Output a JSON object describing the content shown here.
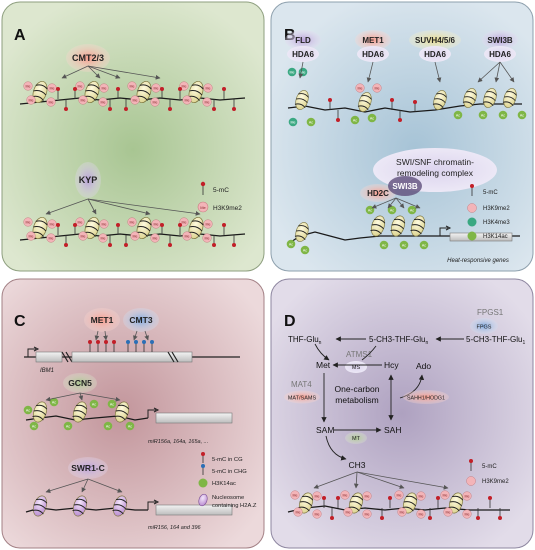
{
  "panels": {
    "A": {
      "letter": "A",
      "enzyme_top": "CMT2/3",
      "enzyme_bottom": "KYP",
      "legend": [
        "5-mC",
        "H3K9me2"
      ],
      "mark_label": "Me"
    },
    "B": {
      "letter": "B",
      "top_enzymes": [
        "FLD",
        "MET1",
        "SUVH4/5/6",
        "SWI3B"
      ],
      "hda_label": "HDA6",
      "complex_label": [
        "SWI/SNF chromatin-",
        "remodeling complex"
      ],
      "hd2c": "HD2C",
      "swi3b": "SWI3B",
      "gene_label": "Heat-responsive genes",
      "legend": [
        "5-mC",
        "H3K9me2",
        "H3K4me3",
        "H3K14ac"
      ],
      "mark_me": "Me",
      "mark_ac": "Ac"
    },
    "C": {
      "letter": "C",
      "met1": "MET1",
      "cmt3": "CMT3",
      "ibm1": "IBM1",
      "gcn5": "GCN5",
      "swr1c": "SWR1-C",
      "gene1": "miR156a, 164a, 165a, ...",
      "gene2": "miR156, 164 and 396",
      "legend": [
        "5-mC in CG",
        "5-mC in CHG",
        "H3K14ac",
        "Nucleosome",
        "containing H2A.Z"
      ],
      "mark_ac": "Ac"
    },
    "D": {
      "letter": "D",
      "fpgs1": "FPGS1",
      "fpgs": "FPGS",
      "thf_glun": "THF-Glu",
      "ch3_thf_glun": "5-CH3-THF-Glu",
      "ch3_thf_glu1": "5-CH3-THF-Glu",
      "sub_n": "n",
      "sub_1": "1",
      "atms1": "ATMS1",
      "ms": "MS",
      "met": "Met",
      "hcy": "Hcy",
      "ado": "Ado",
      "mat4": "MAT4",
      "mat_sams": "MAT/SAMS",
      "one_carbon": [
        "One-carbon",
        "metabolism"
      ],
      "sahh": "SAHH1/HODG1",
      "sam": "SAM",
      "sah": "SAH",
      "mt": "MT",
      "ch3": "CH3",
      "legend": [
        "5-mC",
        "H3K9me2"
      ],
      "mark_me": "Me"
    }
  },
  "colors": {
    "panelA": "#b9cea3",
    "panelB": "#b4cbd9",
    "panelC": "#c79ea3",
    "panelD": "#b7acc5",
    "nucleosome": "#ecebb0",
    "me_mark": "#f3b4b8",
    "ac_mark": "#7fb646",
    "h3k4_mark": "#3aa882",
    "h2az": "#c9a2dc",
    "methyl_cg": "#c21f28",
    "methyl_chg": "#2b6fb6"
  }
}
